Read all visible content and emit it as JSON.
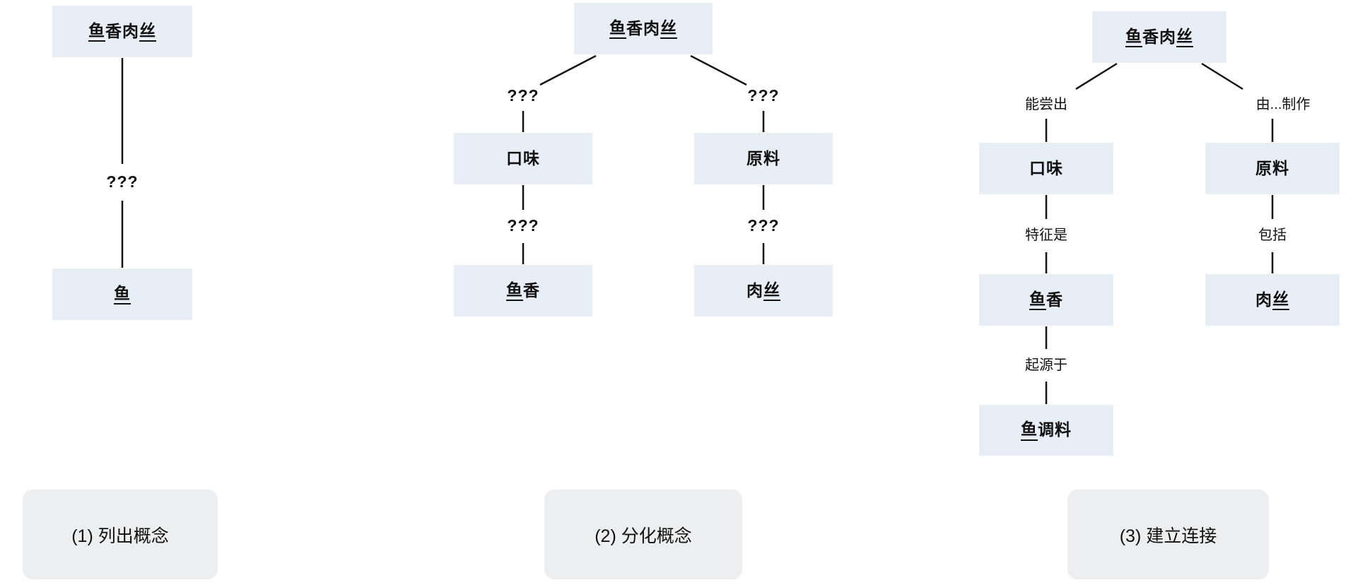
{
  "colors": {
    "node_fill": "#e8eef6",
    "caption_fill": "#eceef0",
    "line": "#141414",
    "text": "#111111"
  },
  "diagram1": {
    "caption": "(1) 列出概念",
    "nodes": {
      "root": {
        "text": "鱼香肉丝",
        "underline": "鱼丝"
      },
      "yu": {
        "text": "鱼",
        "underline": "鱼"
      }
    },
    "edges": {
      "root_yu": "???"
    }
  },
  "diagram2": {
    "caption": "(2) 分化概念",
    "nodes": {
      "root": {
        "text": "鱼香肉丝",
        "underline": "鱼丝"
      },
      "kouwei": {
        "text": "口味",
        "underline": ""
      },
      "yuanliao": {
        "text": "原料",
        "underline": ""
      },
      "yuxiang": {
        "text": "鱼香",
        "underline": "鱼"
      },
      "rousi": {
        "text": "肉丝",
        "underline": "丝"
      }
    },
    "edges": {
      "root_kouwei": "???",
      "root_yuanliao": "???",
      "kouwei_yuxiang": "???",
      "yuanliao_rousi": "???"
    }
  },
  "diagram3": {
    "caption": "(3) 建立连接",
    "nodes": {
      "root": {
        "text": "鱼香肉丝",
        "underline": "鱼丝"
      },
      "kouwei": {
        "text": "口味",
        "underline": ""
      },
      "yuanliao": {
        "text": "原料",
        "underline": ""
      },
      "yuxiang": {
        "text": "鱼香",
        "underline": "鱼"
      },
      "rousi": {
        "text": "肉丝",
        "underline": "丝"
      },
      "yutiaoliao": {
        "text": "鱼调料",
        "underline": "鱼"
      }
    },
    "edges": {
      "root_kouwei": "能尝出",
      "root_yuanliao": "由...制作",
      "kouwei_yuxiang": "特征是",
      "yuanliao_rousi": "包括",
      "yuxiang_yutiaoliao": "起源于"
    }
  }
}
